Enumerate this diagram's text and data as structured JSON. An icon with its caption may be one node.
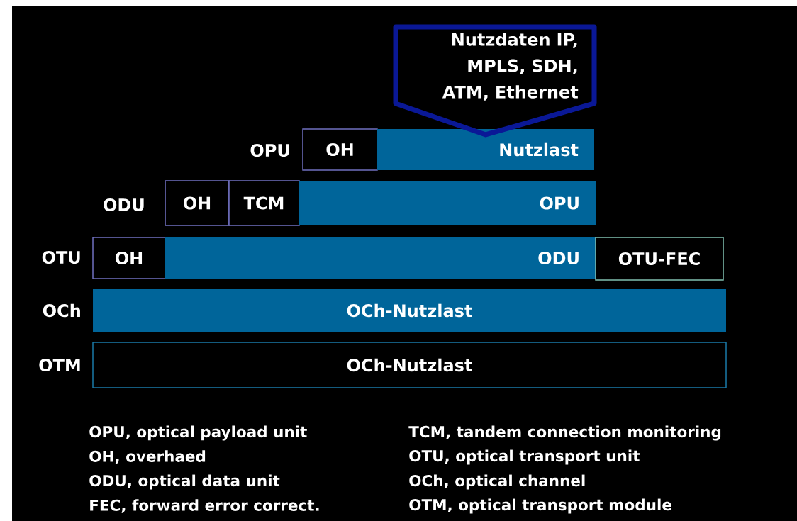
{
  "diagram": {
    "nodes": [
      {
        "text": [
          "Nutzdaten IP, MPLS, SDH, ATM, Ethernet"
        ]
      },
      {
        "text": [
          "OH"
        ]
      },
      {
        "text": [
          "Nutzlast"
        ]
      },
      {
        "text": [
          "OH"
        ]
      },
      {
        "text": [
          "TCM"
        ]
      },
      {
        "text": [
          "OPU"
        ]
      },
      {
        "text": [
          "OH"
        ]
      },
      {
        "text": [
          "ODU"
        ]
      },
      {
        "text": [
          "OTU-FEC"
        ]
      },
      {
        "text": [
          "OCh-Nutzlast"
        ]
      },
      {
        "text": [
          "OCh-Nutzlast"
        ]
      }
    ],
    "labels": [
      "OPU",
      "ODU",
      "OTU",
      "OCh",
      "OTM",
      "OPU, optical payload unit",
      "TCM, tandem connection monitoring",
      "OH, overhaed",
      "OTU, optical transport unit",
      "ODU, optical data unit",
      "OCh, optical channel",
      "FEC, forward error correct.",
      "OTM, optical transport module"
    ]
  }
}
